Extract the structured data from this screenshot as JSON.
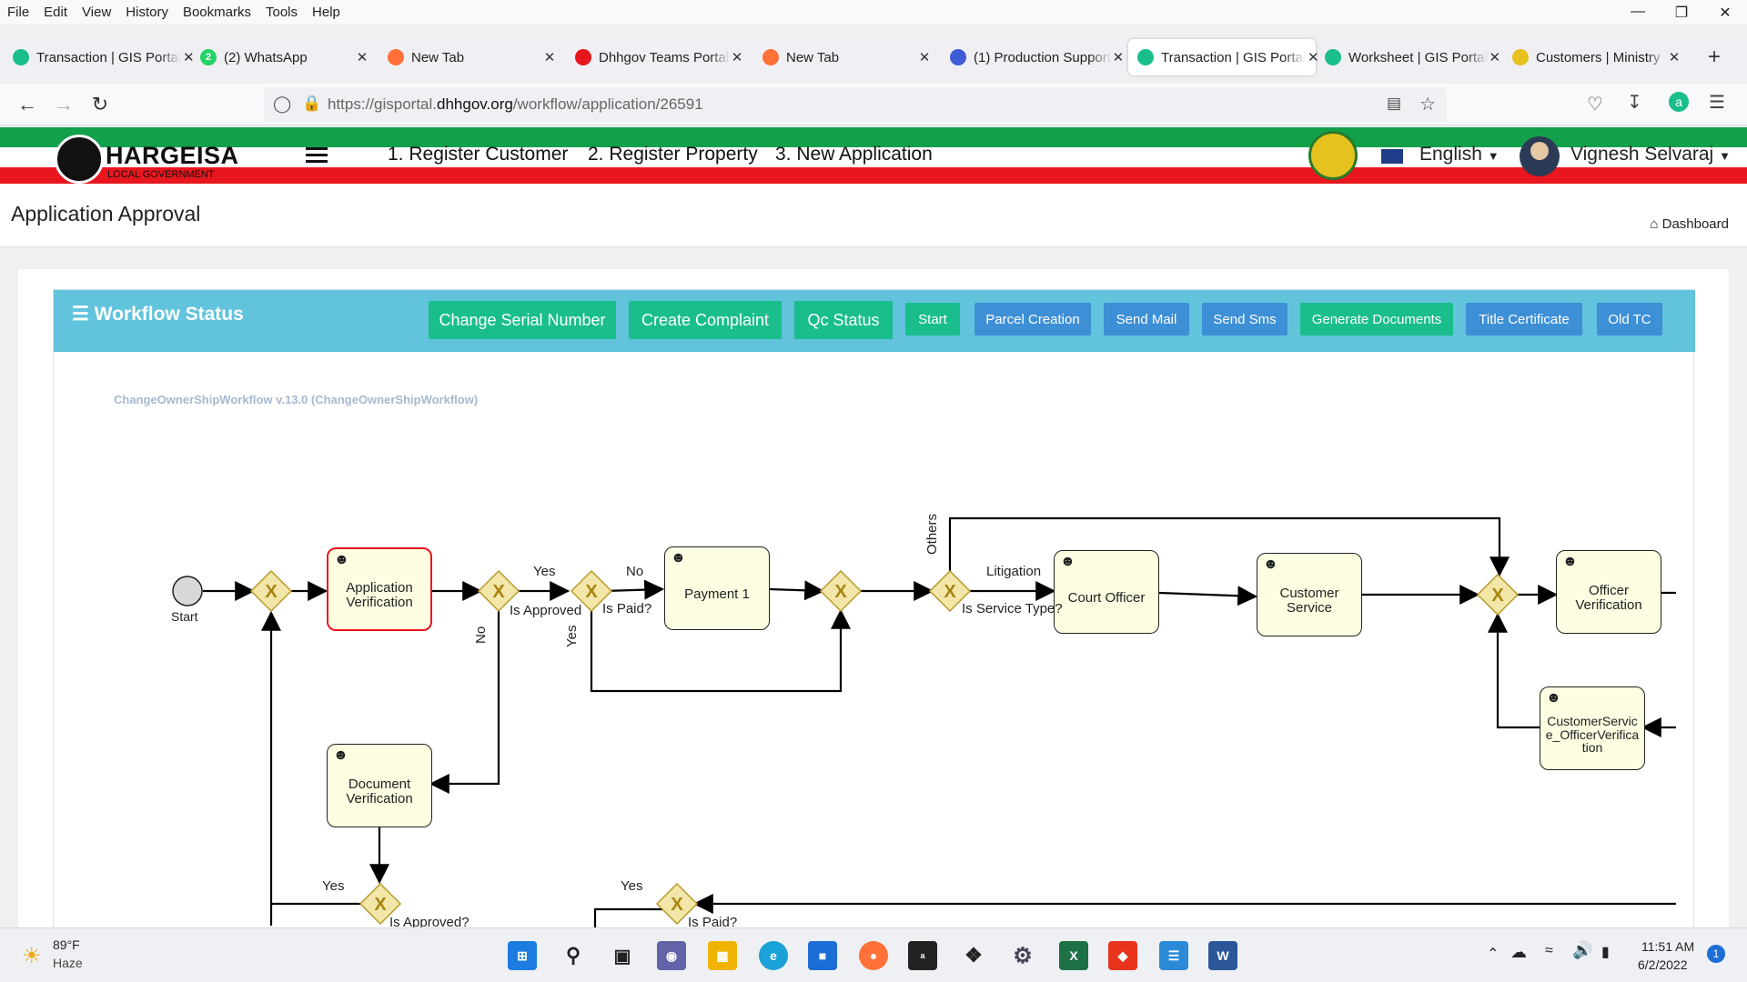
{
  "menubar": {
    "items": [
      "File",
      "Edit",
      "View",
      "History",
      "Bookmarks",
      "Tools",
      "Help"
    ]
  },
  "tabs": [
    {
      "label": "Transaction | GIS Portal",
      "icon_color": "#19be8c"
    },
    {
      "label": "(2) WhatsApp",
      "icon_color": "#25d366"
    },
    {
      "label": "New Tab",
      "icon_color": "#ff7139"
    },
    {
      "label": "Dhhgov Teams Portal",
      "icon_color": "#e8161e"
    },
    {
      "label": "New Tab",
      "icon_color": "#ff7139"
    },
    {
      "label": "(1) Production Support",
      "icon_color": "#3d5cd6"
    },
    {
      "label": "Transaction | GIS Portal",
      "icon_color": "#19be8c"
    },
    {
      "label": "Worksheet | GIS Portal",
      "icon_color": "#19be8c"
    },
    {
      "label": "Customers | Ministry",
      "icon_color": "#e6c21e"
    }
  ],
  "address": {
    "url_prefix": "https://gisportal.",
    "url_domain": "dhhgov.org",
    "url_path": "/workflow/application/26591"
  },
  "site": {
    "logo_title": "HARGEISA",
    "logo_subtitle": "LOCAL GOVERNMENT",
    "nav1": "1. Register Customer",
    "nav2": "2. Register Property",
    "nav3": "3. New Application",
    "language": "English",
    "username": "Vignesh Selvaraj"
  },
  "page": {
    "title": "Application Approval",
    "breadcrumb": "Dashboard"
  },
  "workflow": {
    "header": "Workflow Status",
    "buttons": {
      "change_serial": "Change Serial Number",
      "create_complaint": "Create Complaint",
      "qc_status": "Qc Status",
      "start": "Start",
      "parcel_creation": "Parcel Creation",
      "send_mail": "Send Mail",
      "send_sms": "Send Sms",
      "generate_documents": "Generate Documents",
      "title_certificate": "Title Certificate",
      "old_tc": "Old TC"
    },
    "name": "ChangeOwnerShipWorkflow v.13.0 (ChangeOwnerShipWorkflow)",
    "nodes": {
      "start": "Start",
      "app_verification": "Application Verification",
      "payment": "Payment 1",
      "court_officer": "Court Officer",
      "customer_service": "Customer Service",
      "officer_verification": "Officer Verification",
      "cs_officer_verification": "CustomerService_OfficerVerification",
      "document_verification": "Document Verification"
    },
    "labels": {
      "yes1": "Yes",
      "no1": "No",
      "is_approved": "Is Approved",
      "is_paid": "Is Paid?",
      "no_vertical": "No",
      "yes_vertical": "Yes",
      "others": "Others",
      "litigation": "Litigation",
      "is_service_type": "Is Service Type?",
      "yes_bottom1": "Yes",
      "is_approved2": "Is Approved?",
      "yes_bottom2": "Yes",
      "is_paid2": "Is Paid?"
    }
  },
  "taskbar": {
    "temperature": "89°F",
    "weather": "Haze",
    "time": "11:51 AM",
    "date": "6/2/2022",
    "notifications": "1"
  }
}
